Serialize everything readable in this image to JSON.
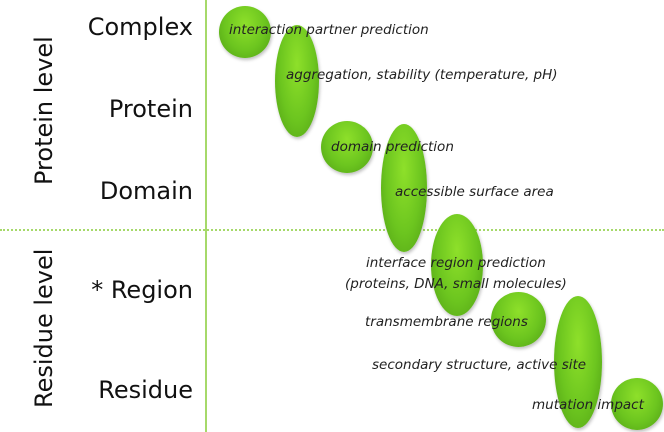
{
  "levels": {
    "complex": "Complex",
    "protein": "Protein",
    "domain": "Domain",
    "region": "* Region",
    "residue": "Residue"
  },
  "groups": {
    "protein_level": "Protein level",
    "residue_level": "Residue level"
  },
  "tasks": {
    "interaction_partner": "interaction partner prediction",
    "aggregation": "aggregation, stability (temperature, pH)",
    "domain_prediction": "domain prediction",
    "accessible_surface": "accessible surface area",
    "interface_region_line1": "interface region prediction",
    "interface_region_line2": "(proteins, DNA, small molecules)",
    "transmembrane": "transmembrane regions",
    "secondary_structure": "secondary structure, active site",
    "mutation_impact": "mutation impact"
  },
  "colors": {
    "blob": "#6cc51f",
    "guide_line": "#a6d96a"
  }
}
